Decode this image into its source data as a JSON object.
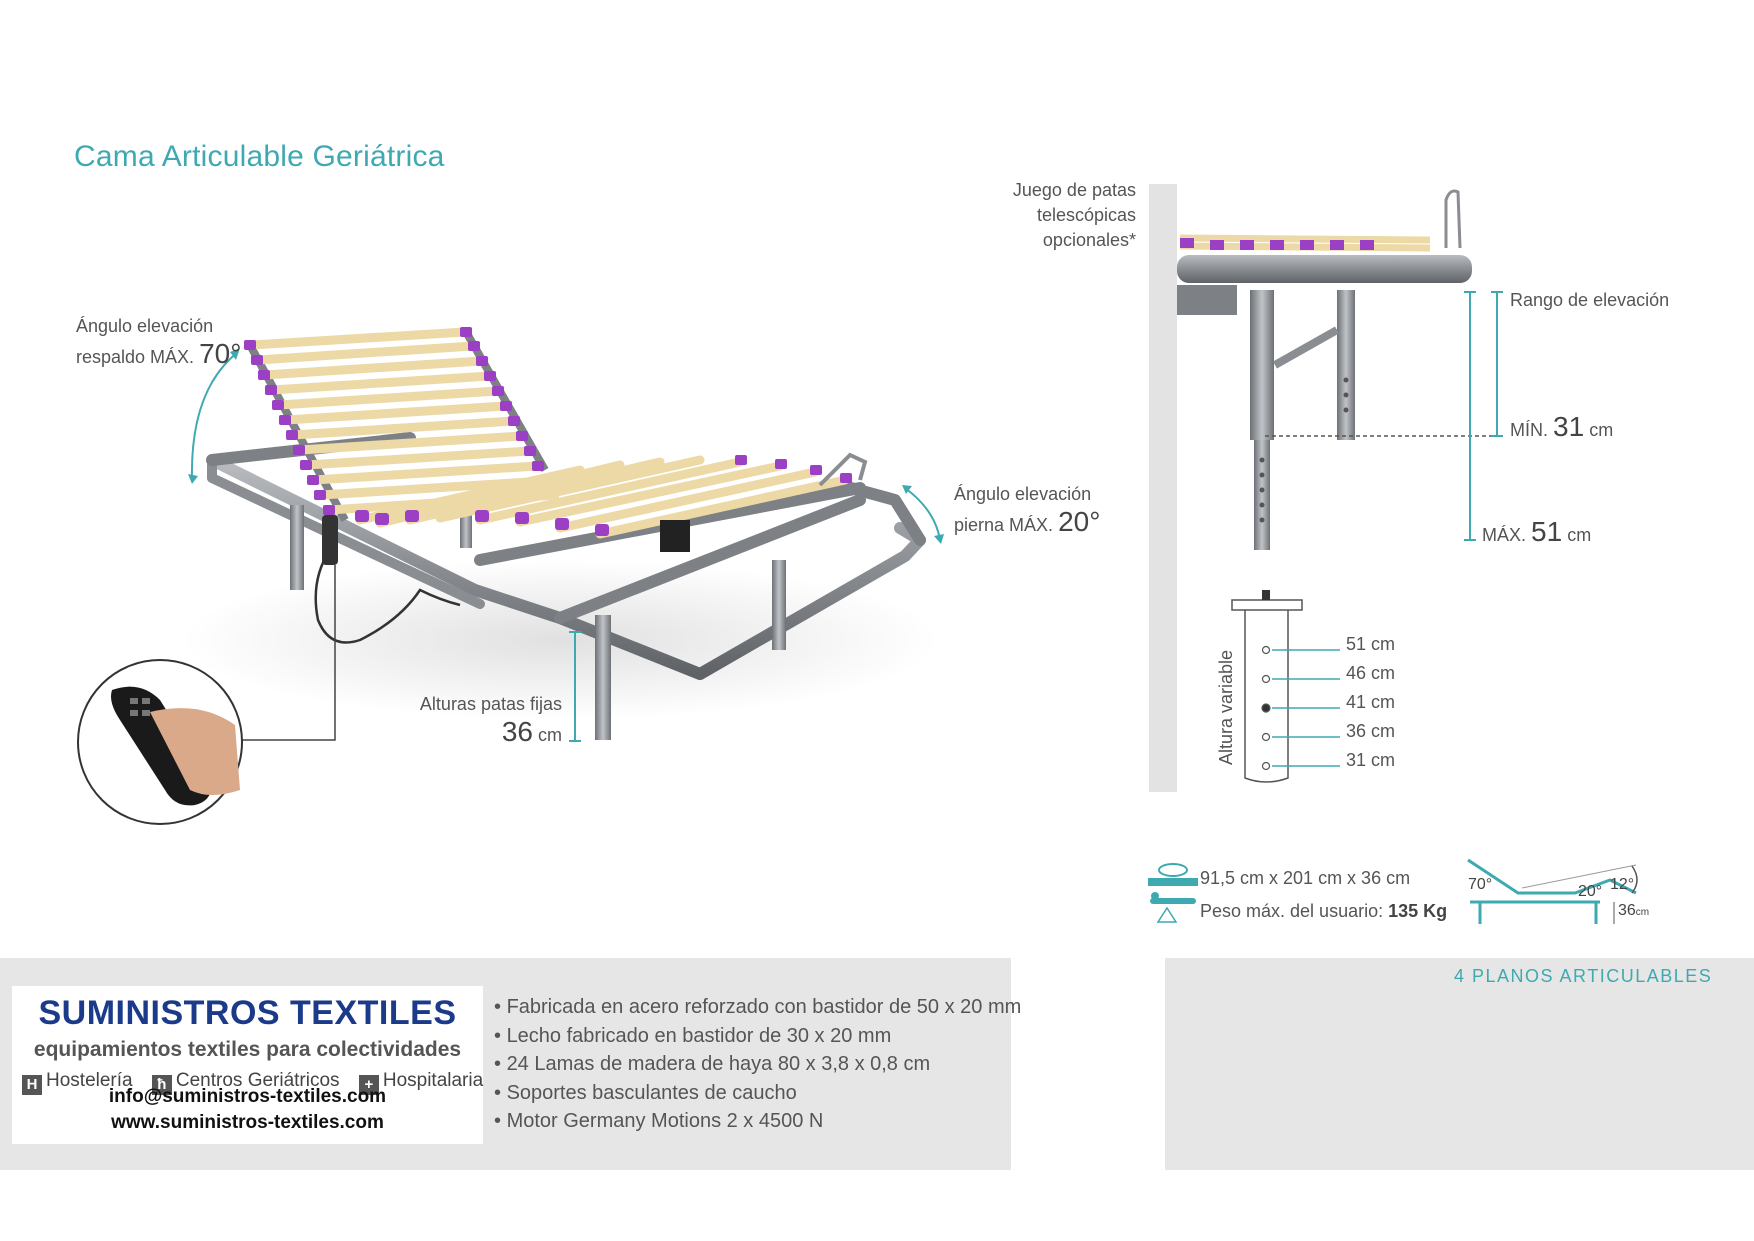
{
  "title": "Cama Articulable Geriátrica",
  "callouts": {
    "backrest": {
      "line1": "Ángulo elevación",
      "line2": "respaldo MÁX.",
      "value": "70°"
    },
    "leg": {
      "line1": "Ángulo elevación",
      "line2": "pierna MÁX.",
      "value": "20°"
    },
    "fixed_legs": {
      "line1": "Alturas patas fijas",
      "value": "36",
      "unit": "cm"
    },
    "telescopic": {
      "line1": "Juego de patas",
      "line2": "telescópicas",
      "line3": "opcionales*"
    },
    "range": {
      "label": "Rango de elevación",
      "min_label": "MÍN.",
      "min_value": "31",
      "max_label": "MÁX.",
      "max_value": "51",
      "unit": "cm"
    }
  },
  "variable_height": {
    "label": "Altura variable",
    "heights": [
      "51 cm",
      "46 cm",
      "41 cm",
      "36 cm",
      "31 cm"
    ],
    "selected_index": 2
  },
  "specs": {
    "dimensions": "91,5 cm x 201 cm x 36 cm",
    "weight_label": "Peso máx. del usuario:",
    "weight_value": "135 Kg"
  },
  "angle_diagram": {
    "back": "70°",
    "knee": "20°",
    "foot": "12°",
    "height": "36",
    "height_unit": "cm"
  },
  "company": {
    "name": "SUMINISTROS TEXTILES",
    "tagline": "equipamientos textiles para colectividades",
    "sectors": [
      {
        "icon": "H",
        "label": "Hostelería"
      },
      {
        "icon": "ħ",
        "label": "Centros Geriátricos"
      },
      {
        "icon": "+",
        "label": "Hospitalaria"
      }
    ],
    "email": "info@suministros-textiles.com",
    "web": "www.suministros-textiles.com"
  },
  "features": [
    "Fabricada en acero reforzado con bastidor de 50 x 20 mm",
    "Lecho fabricado en bastidor de 30 x 20 mm",
    "24 Lamas de madera de haya 80 x 3,8 x 0,8 cm",
    "Soportes basculantes de caucho",
    "Motor Germany Motions 2 x 4500 N"
  ],
  "planos": {
    "label": "4 PLANOS ARTICULABLES"
  },
  "colors": {
    "accent": "#3fa9b1",
    "brand": "#1b3a8a",
    "frame": "#8a8e93",
    "slat": "#ecd9a6",
    "clip": "#9b3fc4",
    "panel": "#e6e6e6"
  }
}
